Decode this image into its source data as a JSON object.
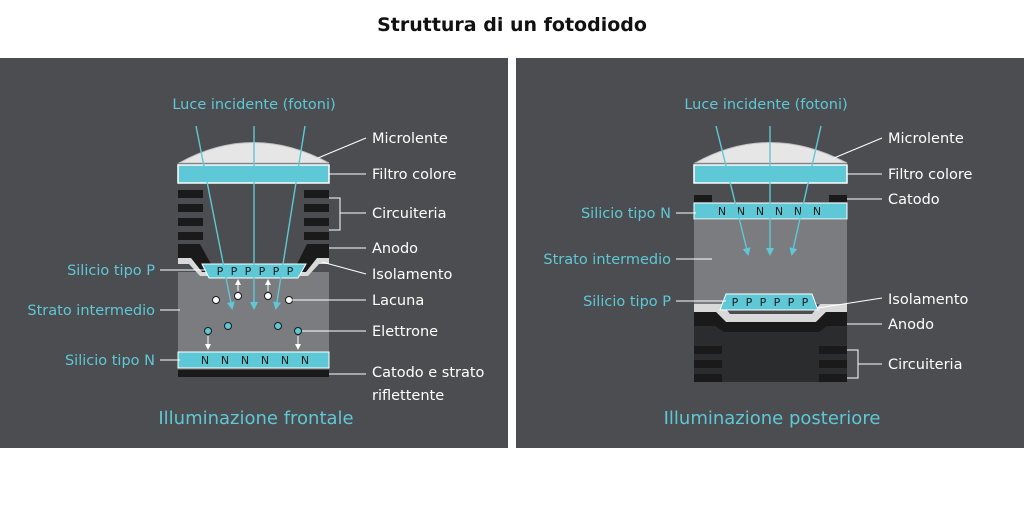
{
  "title": "Struttura di un fotodiodo",
  "colors": {
    "panel_bg": "#4b4d50",
    "accent": "#5fc8d6",
    "text": "#ffffff",
    "layer_gray": "#7a7c7f",
    "black": "#1a1a1a",
    "insulation": "#d9d9d9"
  },
  "front": {
    "caption": "Illuminazione frontale",
    "incident_light": "Luce incidente (fotoni)",
    "labels": {
      "microlens": "Microlente",
      "color_filter": "Filtro colore",
      "circuitry": "Circuiteria",
      "anode": "Anodo",
      "insulation": "Isolamento",
      "hole": "Lacuna",
      "electron": "Elettrone",
      "cathode_line1": "Catodo e strato",
      "cathode_line2": "riflettente",
      "p_silicon": "Silicio tipo P",
      "intermediate": "Strato intermedio",
      "n_silicon": "Silicio tipo N"
    },
    "p_letters": [
      "P",
      "P",
      "P",
      "P",
      "P",
      "P"
    ],
    "n_letters": [
      "N",
      "N",
      "N",
      "N",
      "N",
      "N"
    ]
  },
  "back": {
    "caption": "Illuminazione posteriore",
    "incident_light": "Luce incidente (fotoni)",
    "labels": {
      "microlens": "Microlente",
      "color_filter": "Filtro colore",
      "cathode": "Catodo",
      "insulation": "Isolamento",
      "anode": "Anodo",
      "circuitry": "Circuiteria",
      "n_silicon": "Silicio tipo N",
      "intermediate": "Strato intermedio",
      "p_silicon": "Silicio tipo P"
    },
    "n_letters": [
      "N",
      "N",
      "N",
      "N",
      "N",
      "N"
    ],
    "p_letters": [
      "P",
      "P",
      "P",
      "P",
      "P",
      "P"
    ]
  }
}
